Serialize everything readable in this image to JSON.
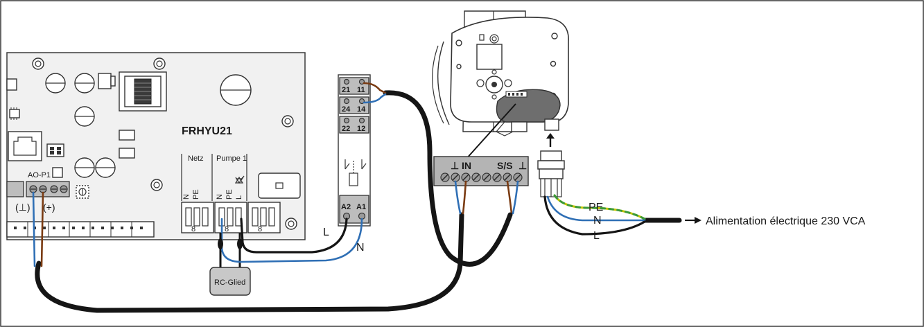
{
  "board": {
    "title": "FRHYU21",
    "port_label": "AO-P1",
    "polarity_left": "(⊥)",
    "polarity_right": "(+)",
    "netz_label": "Netz",
    "pumpe_label": "Pumpe 1",
    "netz_pins": [
      "N",
      "PE"
    ],
    "pumpe_pins": [
      "N",
      "PE",
      "L"
    ],
    "connector_pin": "8"
  },
  "relay": {
    "pins_top": [
      [
        "21",
        "11"
      ],
      [
        "24",
        "14"
      ],
      [
        "22",
        "12"
      ]
    ],
    "pins_bottom": [
      "A2",
      "A1"
    ]
  },
  "terminal_block": {
    "ground_left": "⊥",
    "in_label": "IN",
    "ss_label": "S/S",
    "ground_right": "⊥"
  },
  "rc_element": {
    "label": "RC-Glied"
  },
  "wire_labels": {
    "relay_l": "L",
    "relay_n": "N",
    "power_pe": "PE",
    "power_n": "N",
    "power_l": "L"
  },
  "power_supply": {
    "label": "Alimentation électrique 230 VCA"
  },
  "colors": {
    "wire_blue": "#2f6fb5",
    "wire_brown": "#7a3b12",
    "wire_earth_yellow": "#c7c400",
    "wire_earth_green": "#3a9a3a",
    "cable_black": "#151515"
  }
}
